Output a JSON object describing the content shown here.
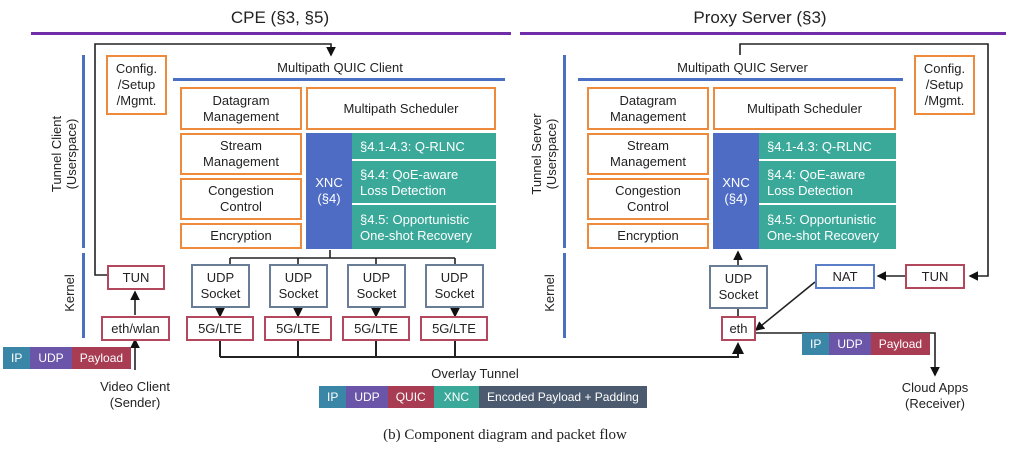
{
  "sections": {
    "cpe_title": "CPE (§3, §5)",
    "proxy_title": "Proxy Server (§3)"
  },
  "client": {
    "userspace_label": "Tunnel Client\n(Userspace)",
    "kernel_label": "Kernel",
    "config": "Config.\n/Setup\n/Mgmt.",
    "quic_title": "Multipath QUIC Client",
    "modules": [
      "Datagram\nManagement",
      "Stream\nManagement",
      "Congestion\nControl",
      "Encryption"
    ],
    "scheduler": "Multipath Scheduler",
    "xnc": "XNC\n(§4)",
    "xnc_parts": [
      "§4.1-4.3: Q-RLNC",
      "§4.4: QoE-aware\nLoss Detection",
      "§4.5: Opportunistic\nOne-shot Recovery"
    ],
    "tun": "TUN",
    "eth": "eth/wlan",
    "udp_sockets": [
      "UDP\nSocket",
      "UDP\nSocket",
      "UDP\nSocket",
      "UDP\nSocket"
    ],
    "links": [
      "5G/LTE",
      "5G/LTE",
      "5G/LTE",
      "5G/LTE"
    ],
    "source": "Video Client\n(Sender)"
  },
  "server": {
    "userspace_label": "Tunnel Server\n(Userspace)",
    "kernel_label": "Kernel",
    "config": "Config.\n/Setup\n/Mgmt.",
    "quic_title": "Multipath QUIC Server",
    "modules": [
      "Datagram\nManagement",
      "Stream\nManagement",
      "Congestion\nControl",
      "Encryption"
    ],
    "scheduler": "Multipath Scheduler",
    "xnc": "XNC\n(§4)",
    "xnc_parts": [
      "§4.1-4.3: Q-RLNC",
      "§4.4: QoE-aware\nLoss Detection",
      "§4.5: Opportunistic\nOne-shot Recovery"
    ],
    "udp_socket": "UDP\nSocket",
    "nat": "NAT",
    "tun": "TUN",
    "eth": "eth",
    "destination": "Cloud Apps\n(Receiver)"
  },
  "overlay_label": "Overlay Tunnel",
  "packets": {
    "plain": [
      {
        "label": "IP",
        "color": "#3a86a6"
      },
      {
        "label": "UDP",
        "color": "#6a55a8"
      },
      {
        "label": "Payload",
        "color": "#a83c52"
      }
    ],
    "overlay": [
      {
        "label": "IP",
        "color": "#3a86a6"
      },
      {
        "label": "UDP",
        "color": "#6a55a8"
      },
      {
        "label": "QUIC",
        "color": "#a83c52"
      },
      {
        "label": "XNC",
        "color": "#3aa99a"
      },
      {
        "label": "Encoded Payload + Padding",
        "color": "#4b5a6e"
      }
    ]
  },
  "caption": "(b)  Component diagram and packet flow"
}
